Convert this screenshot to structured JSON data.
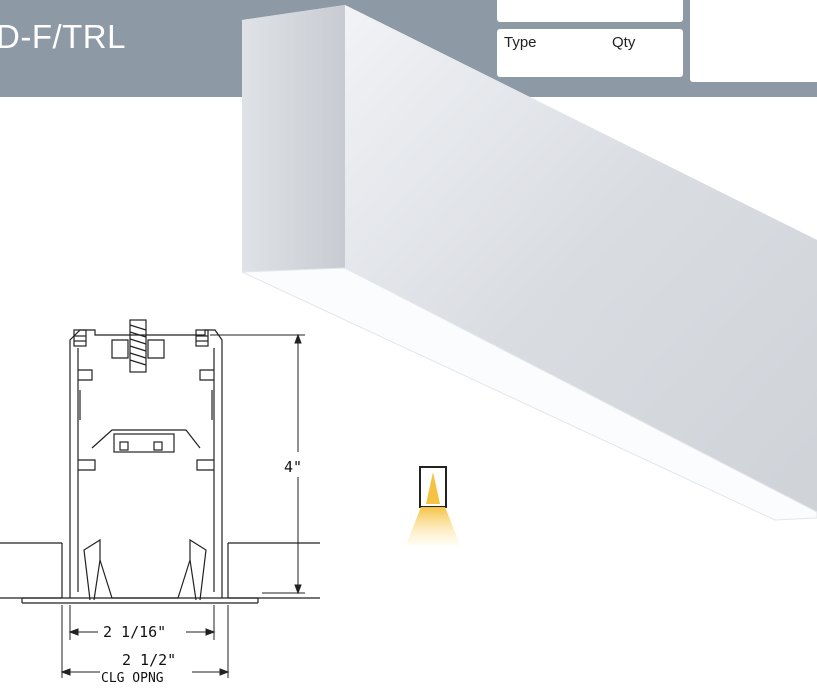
{
  "header": {
    "product_code": "D-F/TRL",
    "fields": {
      "type_label": "Type",
      "qty_label": "Qty"
    }
  },
  "drawing": {
    "height_dim": "4\"",
    "inner_width_dim": "2 1/16\"",
    "outer_width_dim": "2 1/2\"",
    "ceiling_opening_label": "CLG OPNG"
  },
  "colors": {
    "header_band": "#8d9aa5",
    "light_beam": "#f5c242"
  }
}
